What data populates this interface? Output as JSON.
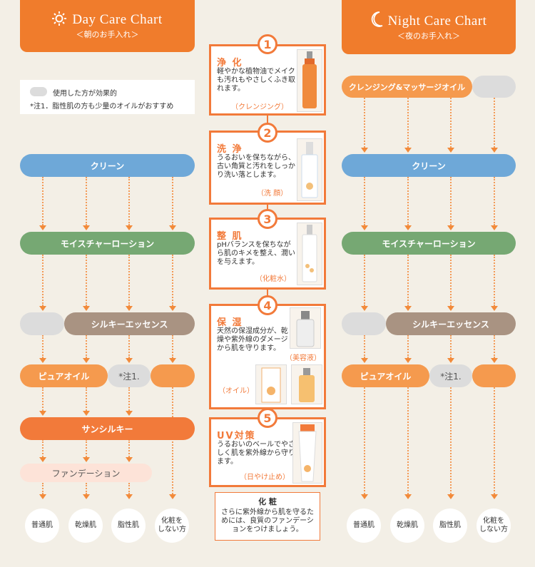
{
  "day": {
    "title": "Day Care Chart",
    "subtitle": "＜朝のお手入れ＞"
  },
  "night": {
    "title": "Night Care Chart",
    "subtitle": "＜夜のお手入れ＞"
  },
  "legend": {
    "effective": "使用した方が効果的",
    "note": "*注1．脂性肌の方も少量のオイルがおすすめ"
  },
  "bars": {
    "clean": "クリーン",
    "moist": "モイスチャーローション",
    "silky": "シルキーエッセンス",
    "pure_oil": "ピュアオイル",
    "note1": "*注1.",
    "sun": "サンシルキー",
    "foundation": "ファンデーション",
    "cleansing_oil": "クレンジング&マッサージオイル"
  },
  "skin_types": [
    "普通肌",
    "乾燥肌",
    "脂性肌",
    "化粧を\nしない方"
  ],
  "steps": [
    {
      "num": "1",
      "head": "浄 化",
      "desc": "軽やかな植物油でメイクも汚れもやさしくふき取れます。",
      "caption": "（クレンジング）"
    },
    {
      "num": "2",
      "head": "洗 浄",
      "desc": "うるおいを保ちながら、古い角質と汚れをしっかり洗い落とします。",
      "caption": "（洗 顔）"
    },
    {
      "num": "3",
      "head": "整 肌",
      "desc": "pHバランスを保ちながら肌のキメを整え、潤いを与えます。",
      "caption": "（化粧水）"
    },
    {
      "num": "4",
      "head": "保 湿",
      "desc": "天然の保湿成分が、乾燥や紫外線のダメージから肌を守ります。",
      "caption": "（美容液）",
      "caption2": "（オイル）"
    },
    {
      "num": "5",
      "head": "UV対策",
      "desc": "うるおいのベールでやさしく肌を紫外線から守ります。",
      "caption": "（日やけ止め）"
    }
  ],
  "makeup": {
    "title": "化 粧",
    "text": "さらに紫外線から肌を守るためには、良質のファンデーションをつけましょう。"
  },
  "colors": {
    "orange": "#f07c2c",
    "blue": "#6ea8d8",
    "green": "#76a873",
    "brown": "#a99382",
    "gray": "#dcdcdc"
  }
}
